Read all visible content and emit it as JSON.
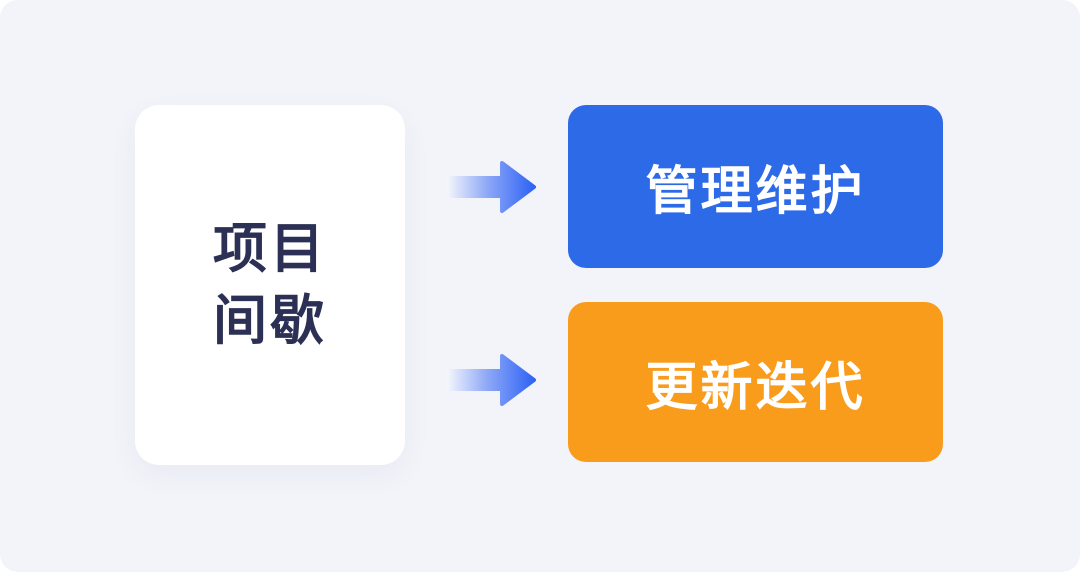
{
  "canvas": {
    "background": "#F2F4F9"
  },
  "source_card": {
    "lines": [
      "项目",
      "间歇"
    ],
    "text_color": "#2B3054",
    "background": "#FFFFFF"
  },
  "arrow_colors": {
    "start": "#F2F5FB",
    "mid": "#8FA9F7",
    "end": "#2F63F4"
  },
  "target_boxes": [
    {
      "label": "管理维护",
      "background": "#2D6AE8",
      "text_color": "#FFFFFF"
    },
    {
      "label": "更新迭代",
      "background": "#F99C1B",
      "text_color": "#FFFFFF"
    }
  ]
}
